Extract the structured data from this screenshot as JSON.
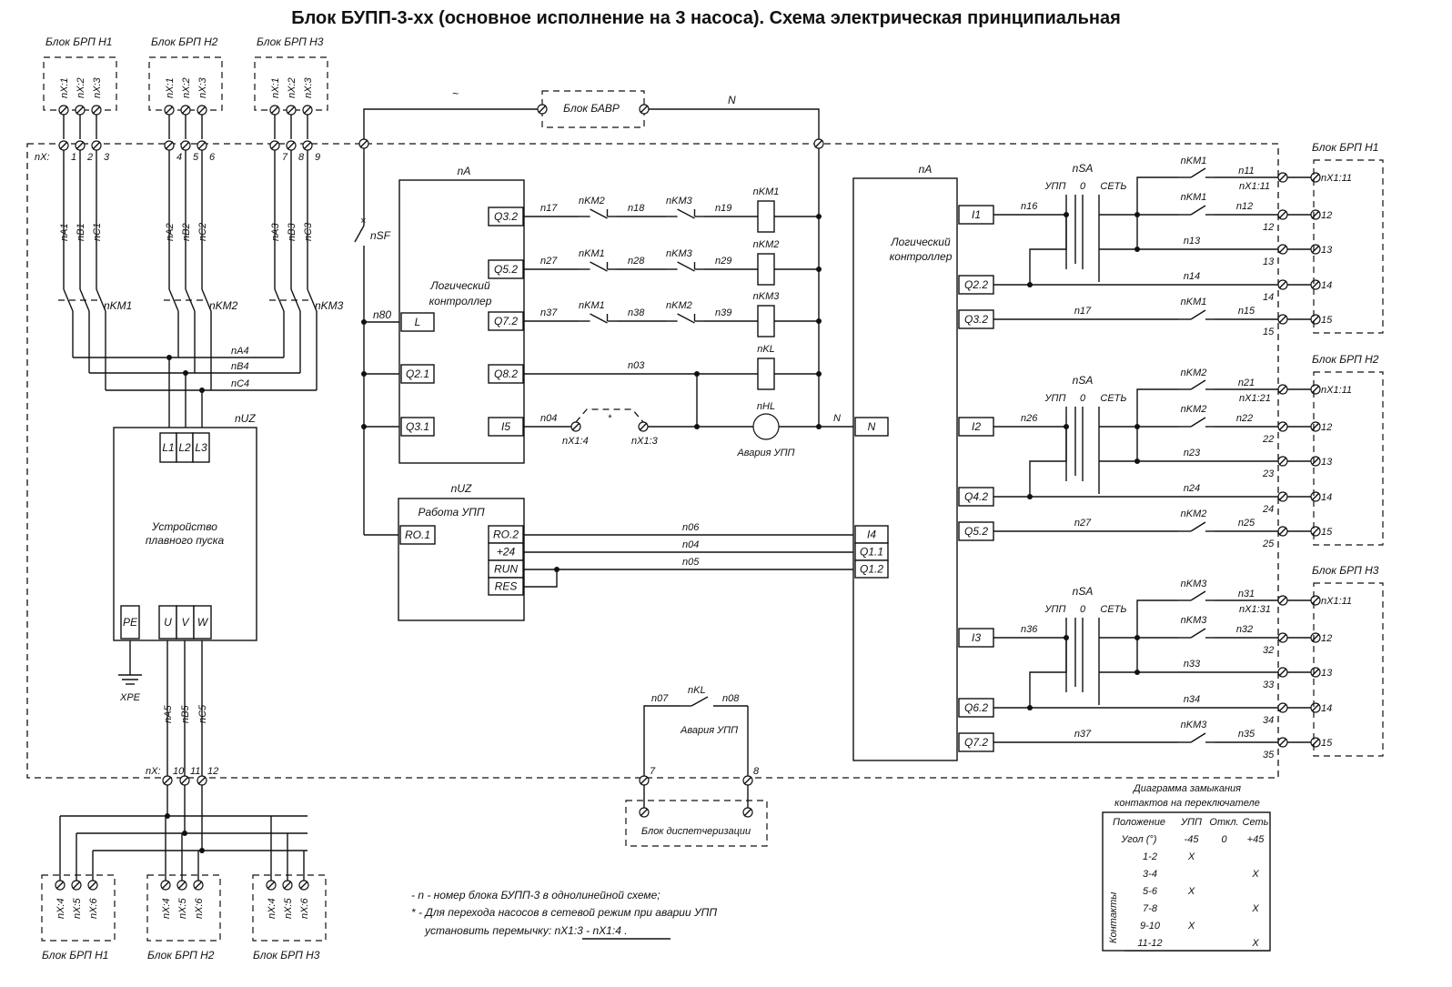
{
  "title": "Блок БУПП-3-хх (основное исполнение на 3 насоса). Схема электрическая принципиальная",
  "brp_top": [
    {
      "name": "Блок БРП Н1",
      "terms": [
        "nX:1",
        "nX:2",
        "nX:3"
      ],
      "nx": [
        "1",
        "2",
        "3"
      ],
      "phases": [
        "nA1",
        "nB1",
        "nC1"
      ],
      "km": "nKM1"
    },
    {
      "name": "Блок БРП Н2",
      "terms": [
        "nX:1",
        "nX:2",
        "nX:3"
      ],
      "nx": [
        "4",
        "5",
        "6"
      ],
      "phases": [
        "nA2",
        "nB2",
        "nC2"
      ],
      "km": "nKM2"
    },
    {
      "name": "Блок БРП Н3",
      "terms": [
        "nX:1",
        "nX:2",
        "nX:3"
      ],
      "nx": [
        "7",
        "8",
        "9"
      ],
      "phases": [
        "nA3",
        "nB3",
        "nC3"
      ],
      "km": "nKM3"
    }
  ],
  "nx_label": "nX:",
  "nx_bottom_label": "nX:",
  "bus": [
    "nA4",
    "nB4",
    "nC4"
  ],
  "bavr": {
    "name": "Блок БАВР",
    "line": "N",
    "phase": "~"
  },
  "uz": {
    "id": "nUZ",
    "name": "Устройство плавного пуска",
    "inputs": [
      "L1",
      "L2",
      "L3"
    ],
    "outputs": [
      "U",
      "V",
      "W"
    ],
    "pe": "PE",
    "xpe": "XPE",
    "out_phases": [
      "nA5",
      "nB5",
      "nC5"
    ],
    "nx_out": [
      "10",
      "11",
      "12"
    ]
  },
  "brp_bottom": [
    {
      "name": "Блок БРП Н1",
      "terms": [
        "nX:4",
        "nX:5",
        "nX:6"
      ]
    },
    {
      "name": "Блок БРП Н2",
      "terms": [
        "nX:4",
        "nX:5",
        "nX:6"
      ]
    },
    {
      "name": "Блок БРП Н3",
      "terms": [
        "nX:4",
        "nX:5",
        "nX:6"
      ]
    }
  ],
  "nsf": "nSF",
  "n80": "n80",
  "plc1": {
    "id": "nA",
    "name_line1": "Логический",
    "name_line2": "контроллер",
    "left_ports": [
      "L",
      "Q2.1",
      "Q3.1"
    ],
    "right_ports": [
      "Q3.2",
      "Q5.2",
      "Q7.2",
      "Q8.2",
      "I5"
    ]
  },
  "coils": [
    {
      "wires": [
        "n17",
        "n18",
        "n19"
      ],
      "contacts": [
        "nKM2",
        "nKM3"
      ],
      "coil": "nKM1"
    },
    {
      "wires": [
        "n27",
        "n28",
        "n29"
      ],
      "contacts": [
        "nKM1",
        "nKM3"
      ],
      "coil": "nKM2"
    },
    {
      "wires": [
        "n37",
        "n38",
        "n39"
      ],
      "contacts": [
        "nKM1",
        "nKM2"
      ],
      "coil": "nKM3"
    }
  ],
  "kl_row": {
    "wire": "n03",
    "coil": "nKL"
  },
  "i5_row": {
    "wire": "n04",
    "t1": "nX1:4",
    "t2": "nX1:3",
    "star": "*",
    "lamp": "nHL",
    "lamp_label": "Авария УПП",
    "n_label": "N"
  },
  "uz_ctrl": {
    "id": "nUZ",
    "name": "Работа УПП",
    "ports_left": [
      "RO.1"
    ],
    "ports_right": [
      "RO.2",
      "+24",
      "RUN",
      "RES"
    ],
    "wires": [
      "n06",
      "n04",
      "n05"
    ]
  },
  "alarm_block": {
    "kl": "nKL",
    "w1": "n07",
    "w2": "n08",
    "label": "Авария УПП",
    "t1": "7",
    "t2": "8",
    "disp": "Блок диспетчеризации"
  },
  "plc2": {
    "id": "nA",
    "name_line1": "Логический",
    "name_line2": "контроллер",
    "ports_left_top": [
      "N"
    ],
    "ports_left": [
      "I4",
      "Q1.1",
      "Q1.2"
    ],
    "ports_right": [
      "I1",
      "Q2.2",
      "Q3.2",
      "I2",
      "Q4.2",
      "Q5.2",
      "I3",
      "Q6.2",
      "Q7.2"
    ]
  },
  "pumps": [
    {
      "brp": "Блок БРП Н1",
      "in_wire": "n16",
      "sa": "nSA",
      "upp": "УПП",
      "off": "0",
      "net": "СЕТЬ",
      "km": "nKM1",
      "wires": [
        "n11",
        "n12",
        "n13",
        "n14",
        "n15",
        "n17"
      ],
      "t": [
        "nX1:11",
        "12",
        "13",
        "14",
        "15"
      ],
      "x": [
        "nX1:11",
        "12",
        "13",
        "14",
        "15"
      ]
    },
    {
      "brp": "Блок БРП Н2",
      "in_wire": "n26",
      "sa": "nSA",
      "upp": "УПП",
      "off": "0",
      "net": "СЕТЬ",
      "km": "nKM2",
      "wires": [
        "n21",
        "n22",
        "n23",
        "n24",
        "n25",
        "n27"
      ],
      "t": [
        "nX1:21",
        "22",
        "23",
        "24",
        "25"
      ],
      "x": [
        "nX1:11",
        "12",
        "13",
        "14",
        "15"
      ]
    },
    {
      "brp": "Блок БРП Н3",
      "in_wire": "n36",
      "sa": "nSA",
      "upp": "УПП",
      "off": "0",
      "net": "СЕТЬ",
      "km": "nKM3",
      "wires": [
        "n31",
        "n32",
        "n33",
        "n34",
        "n35",
        "n37"
      ],
      "t": [
        "nX1:31",
        "32",
        "33",
        "34",
        "35"
      ],
      "x": [
        "nX1:11",
        "12",
        "13",
        "14",
        "15"
      ]
    }
  ],
  "notes": [
    "- n - номер блока БУПП-3 в однолинейной схеме;",
    "* - Для перехода насосов в сетевой режим при аварии УПП",
    "установить перемычку: nX1:3 - nX1:4 ."
  ],
  "sw_table": {
    "caption1": "Диаграмма замыкания",
    "caption2": "контактов на переключателе",
    "headers": [
      "Положение",
      "УПП",
      "Откл.",
      "Сеть"
    ],
    "angle": [
      "Угол (°)",
      "-45",
      "0",
      "+45"
    ],
    "group": "Контакты",
    "rows": [
      [
        "1-2",
        "X",
        "",
        ""
      ],
      [
        "3-4",
        "",
        "",
        "X"
      ],
      [
        "5-6",
        "X",
        "",
        ""
      ],
      [
        "7-8",
        "",
        "",
        "X"
      ],
      [
        "9-10",
        "X",
        "",
        ""
      ],
      [
        "11-12",
        "",
        "",
        "X"
      ]
    ]
  }
}
